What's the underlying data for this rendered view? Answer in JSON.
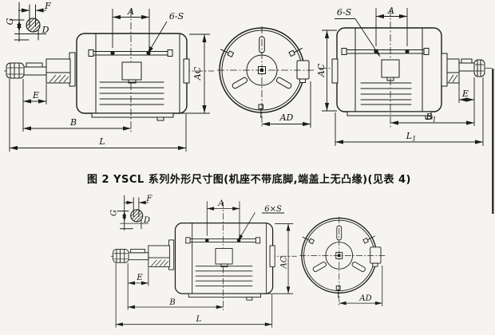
{
  "figure": {
    "caption": "图 2  YSCL 系列外形尺寸图(机座不带底脚,端盖上无凸缘)(见表 4)"
  },
  "top": {
    "shaft_detail": {
      "f": "F",
      "g": "G",
      "d": "D"
    },
    "left_motor": {
      "a": "A",
      "holes": "6-S",
      "ac": "AC",
      "e": "E",
      "b": "B",
      "l": "L"
    },
    "front_view": {
      "ad": "AD"
    },
    "right_motor": {
      "holes": "6-S",
      "a": "A",
      "ac": "AC",
      "e": "E",
      "b_base": "B",
      "b_sub": "1",
      "l_base": "L",
      "l_sub": "1"
    }
  },
  "bottom": {
    "shaft_detail": {
      "f": "F",
      "g": "G",
      "d": "D"
    },
    "motor": {
      "a": "A",
      "holes": "6×S",
      "ac": "AC",
      "e": "E",
      "b": "B",
      "l": "L"
    },
    "front_view": {
      "ad": "AD"
    }
  }
}
